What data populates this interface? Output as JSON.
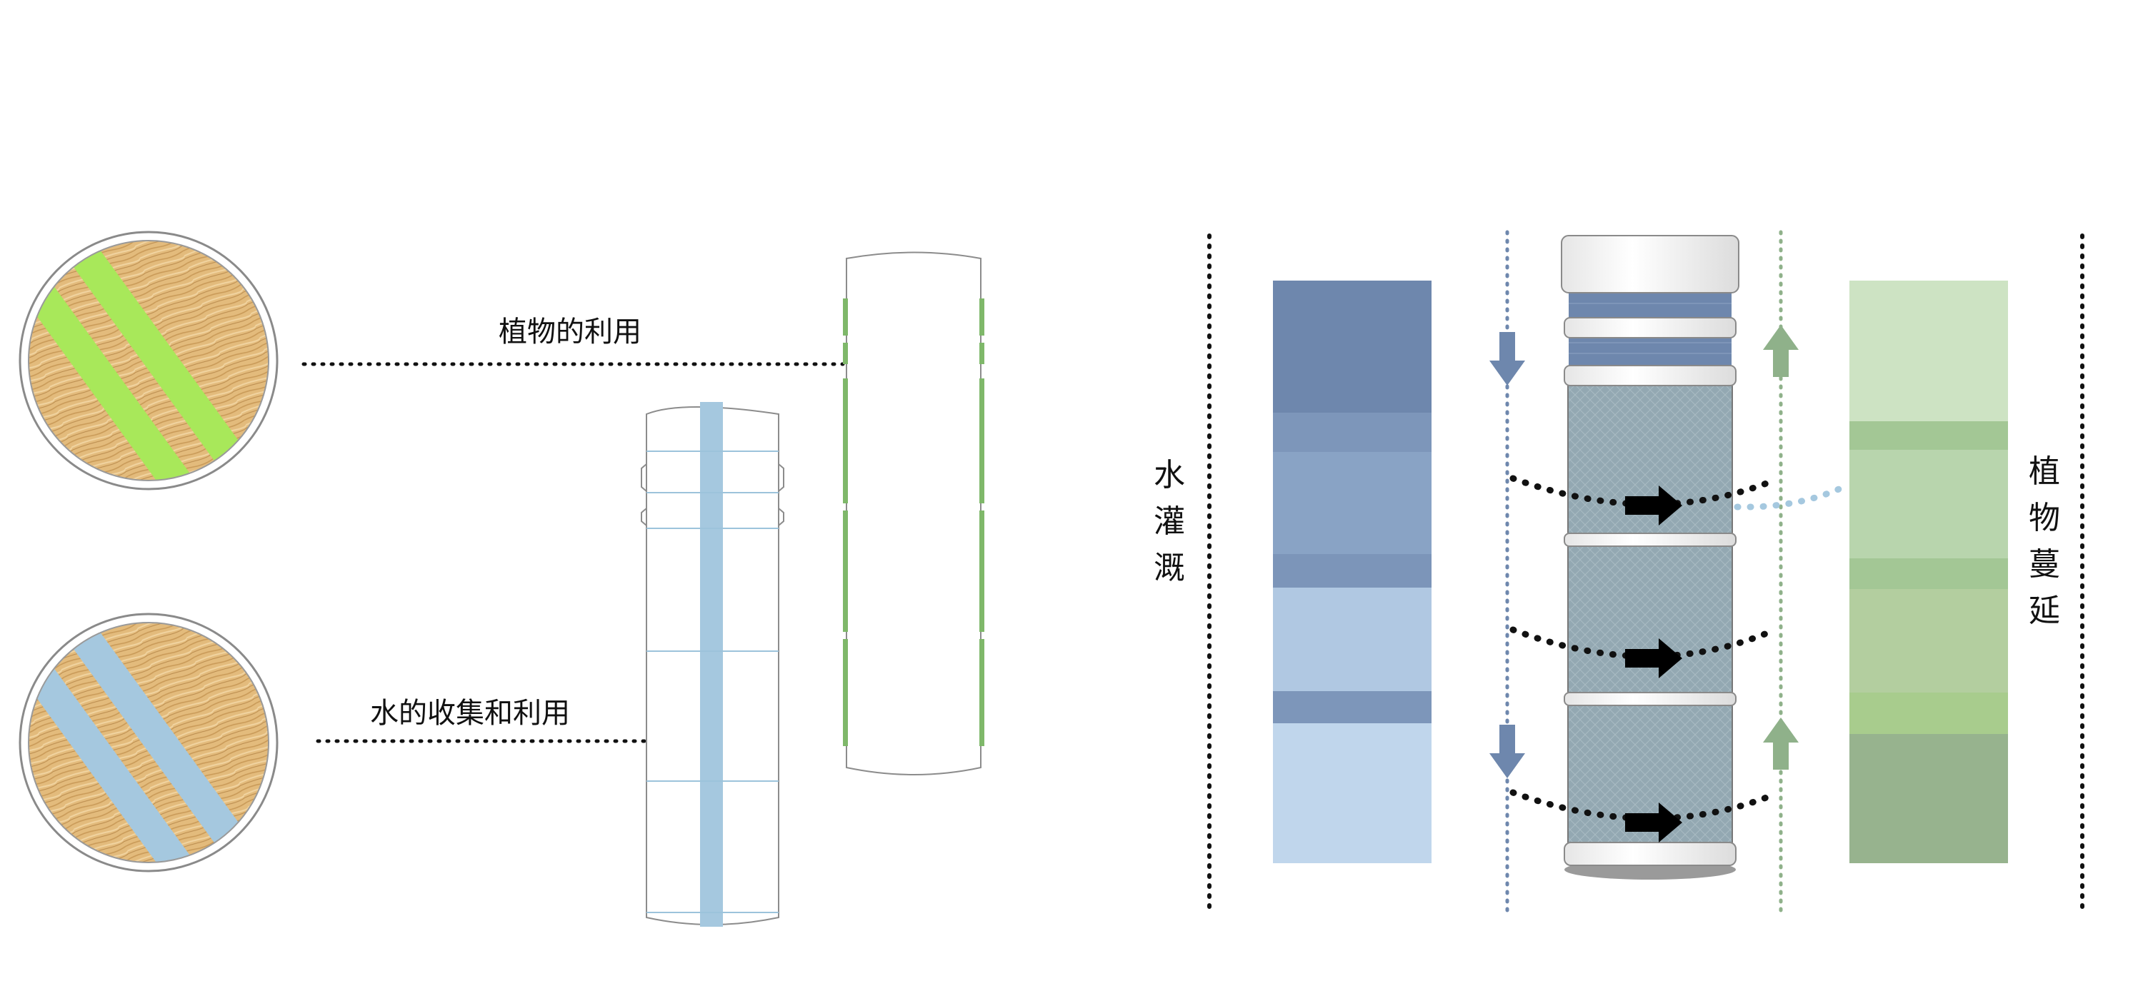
{
  "labels": {
    "plant_use": "植物的利用",
    "water_use": "水的收集和利用",
    "water_irrigation": [
      "水",
      "灌",
      "溉"
    ],
    "plant_spread": [
      "植",
      "物",
      "蔓",
      "延"
    ]
  },
  "colors": {
    "plant_stripe": "#a8e85a",
    "water_stripe": "#a5c8df",
    "wood": "#e2b97a",
    "water_dark": "#6e87ad",
    "water_light": "#c0d6ec",
    "plant_light": "#cde3c3",
    "plant_dark": "#97b38e",
    "plant_line": "#8fb18a",
    "water_line": "#6e87ad",
    "column_body": "#93a9b3"
  }
}
